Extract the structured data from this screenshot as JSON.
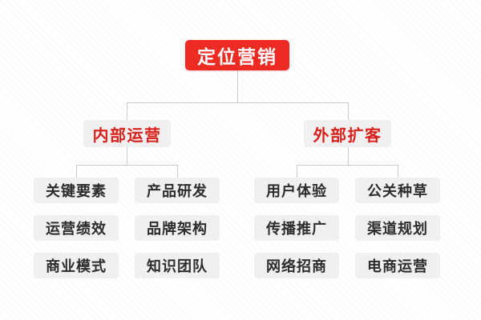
{
  "diagram": {
    "title": "定位营销",
    "type": "organization-tree",
    "colors": {
      "root_bg": "#ee2b23",
      "root_text": "#ffffff",
      "branch_bg": "#f0f0f0",
      "branch_text": "#d9211c",
      "leaf_bg": "#f0f0f0",
      "leaf_text": "#2c2c2c",
      "connector": "#c9cccf",
      "background": "#ffffff"
    },
    "root": {
      "label": "定位营销"
    },
    "branches": [
      {
        "label": "内部运营",
        "leaves": [
          {
            "label": "关键要素"
          },
          {
            "label": "产品研发"
          },
          {
            "label": "运营绩效"
          },
          {
            "label": "品牌架构"
          },
          {
            "label": "商业模式"
          },
          {
            "label": "知识团队"
          }
        ]
      },
      {
        "label": "外部扩客",
        "leaves": [
          {
            "label": "用户体验"
          },
          {
            "label": "公关种草"
          },
          {
            "label": "传播推广"
          },
          {
            "label": "渠道规划"
          },
          {
            "label": "网络招商"
          },
          {
            "label": "电商运营"
          }
        ]
      }
    ]
  }
}
